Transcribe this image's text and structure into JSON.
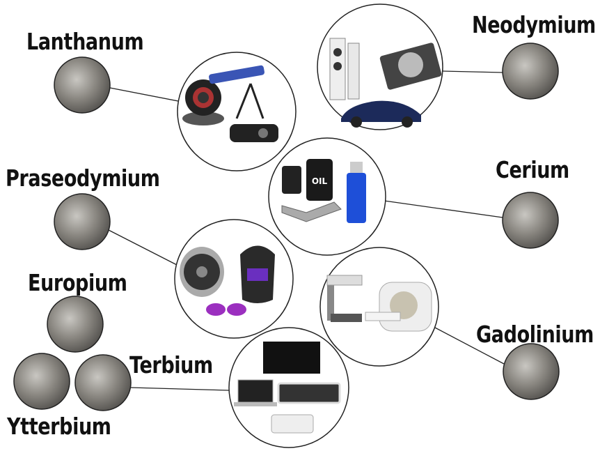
{
  "elements": [
    {
      "name": "Lanthanum",
      "application_icons": [
        "camera-lens",
        "telescope",
        "projector"
      ]
    },
    {
      "name": "Neodymium",
      "application_icons": [
        "speakers",
        "hard-drive",
        "electric-car"
      ]
    },
    {
      "name": "Cerium",
      "application_icons": [
        "oil-barrels",
        "catalytic-converter",
        "lighter"
      ]
    },
    {
      "name": "Praseodymium",
      "application_icons": [
        "jet-engine",
        "welding-helmet",
        "tinted-glasses"
      ]
    },
    {
      "name": "Gadolinium",
      "application_icons": [
        "x-ray-machine",
        "mri-scanner"
      ]
    },
    {
      "name": "Europium",
      "application_icons": [
        "television",
        "laptop",
        "tablet",
        "phone"
      ]
    },
    {
      "name": "Terbium",
      "application_icons": [
        "television",
        "laptop",
        "tablet",
        "phone"
      ]
    },
    {
      "name": "Ytterbium",
      "application_icons": [
        "television",
        "laptop",
        "tablet",
        "phone"
      ]
    }
  ],
  "barrel_text": "OIL"
}
